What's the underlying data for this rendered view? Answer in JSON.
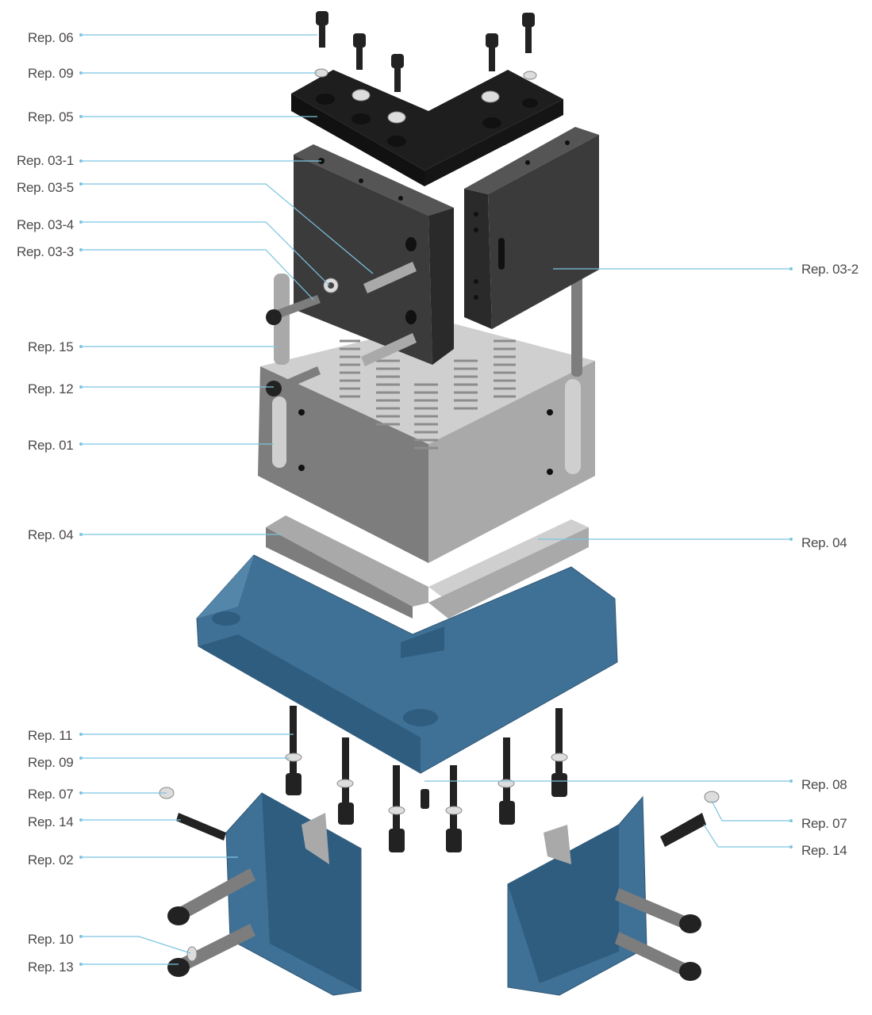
{
  "diagram": {
    "colors": {
      "leader": "#7cc4e0",
      "label": "#4a4a4a",
      "cast_iron": "#3f7196",
      "block": "#3b3b3b",
      "steel": "#a9a9a9"
    },
    "labels_left": [
      {
        "text": "Rep. 06"
      },
      {
        "text": "Rep. 09"
      },
      {
        "text": "Rep. 05"
      },
      {
        "text": "Rep. 03-1"
      },
      {
        "text": "Rep. 03-5"
      },
      {
        "text": "Rep. 03-4"
      },
      {
        "text": "Rep. 03-3"
      },
      {
        "text": "Rep. 15"
      },
      {
        "text": "Rep. 12"
      },
      {
        "text": "Rep. 01"
      },
      {
        "text": "Rep. 04"
      },
      {
        "text": "Rep. 11"
      },
      {
        "text": "Rep. 09"
      },
      {
        "text": "Rep. 07"
      },
      {
        "text": "Rep. 14"
      },
      {
        "text": "Rep. 02"
      },
      {
        "text": "Rep. 10"
      },
      {
        "text": "Rep. 13"
      }
    ],
    "labels_right": [
      {
        "text": "Rep. 03-2"
      },
      {
        "text": "Rep. 04"
      },
      {
        "text": "Rep. 08"
      },
      {
        "text": "Rep. 07"
      },
      {
        "text": "Rep. 14"
      }
    ]
  }
}
